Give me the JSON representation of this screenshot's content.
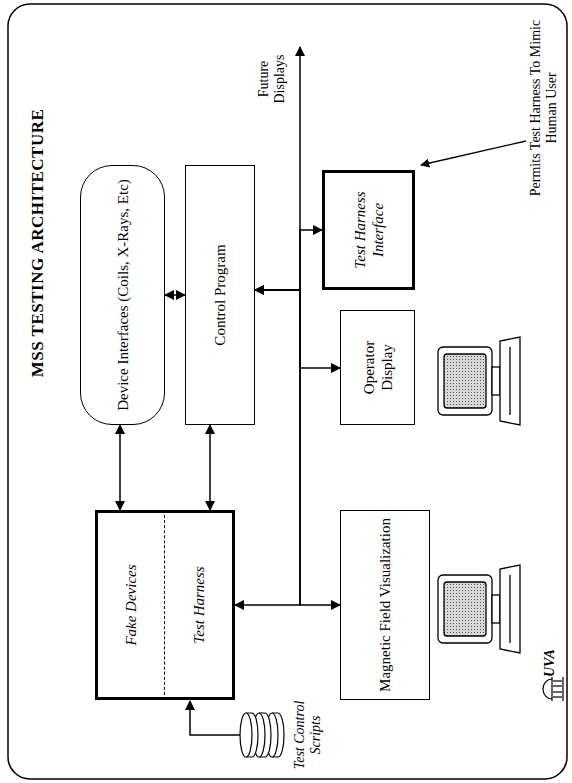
{
  "diagram": {
    "title": "MSS TESTING ARCHITECTURE",
    "nodes": [
      {
        "text": [
          "Fake Devices"
        ]
      },
      {
        "text": [
          "Device Interfaces (Coils, X-Rays, Etc)"
        ]
      },
      {
        "text": [
          "Test Harness"
        ]
      },
      {
        "text": [
          "Control Program"
        ]
      },
      {
        "text": [
          "Magnetic Field Visualization"
        ]
      },
      {
        "text": [
          "Operator Display"
        ]
      },
      {
        "text": [
          "Test Harness Interface"
        ]
      }
    ],
    "edges": [
      {
        "from": 0,
        "to": 1,
        "arrow": "both"
      },
      {
        "from": 2,
        "to": 3,
        "arrow": "both"
      },
      {
        "from": 1,
        "to": 3,
        "arrow": "both"
      },
      {
        "from": 3,
        "to": 2,
        "arrow": "to"
      },
      {
        "from": 3,
        "to": 4,
        "arrow": "to"
      },
      {
        "from": 3,
        "to": 5,
        "arrow": "both"
      },
      {
        "from": 3,
        "to": 6,
        "arrow": "both"
      }
    ],
    "labels": [
      "Future Displays",
      "Test Control Scripts",
      "Permits Test Harness To Mimic Human User",
      "UVA"
    ]
  }
}
